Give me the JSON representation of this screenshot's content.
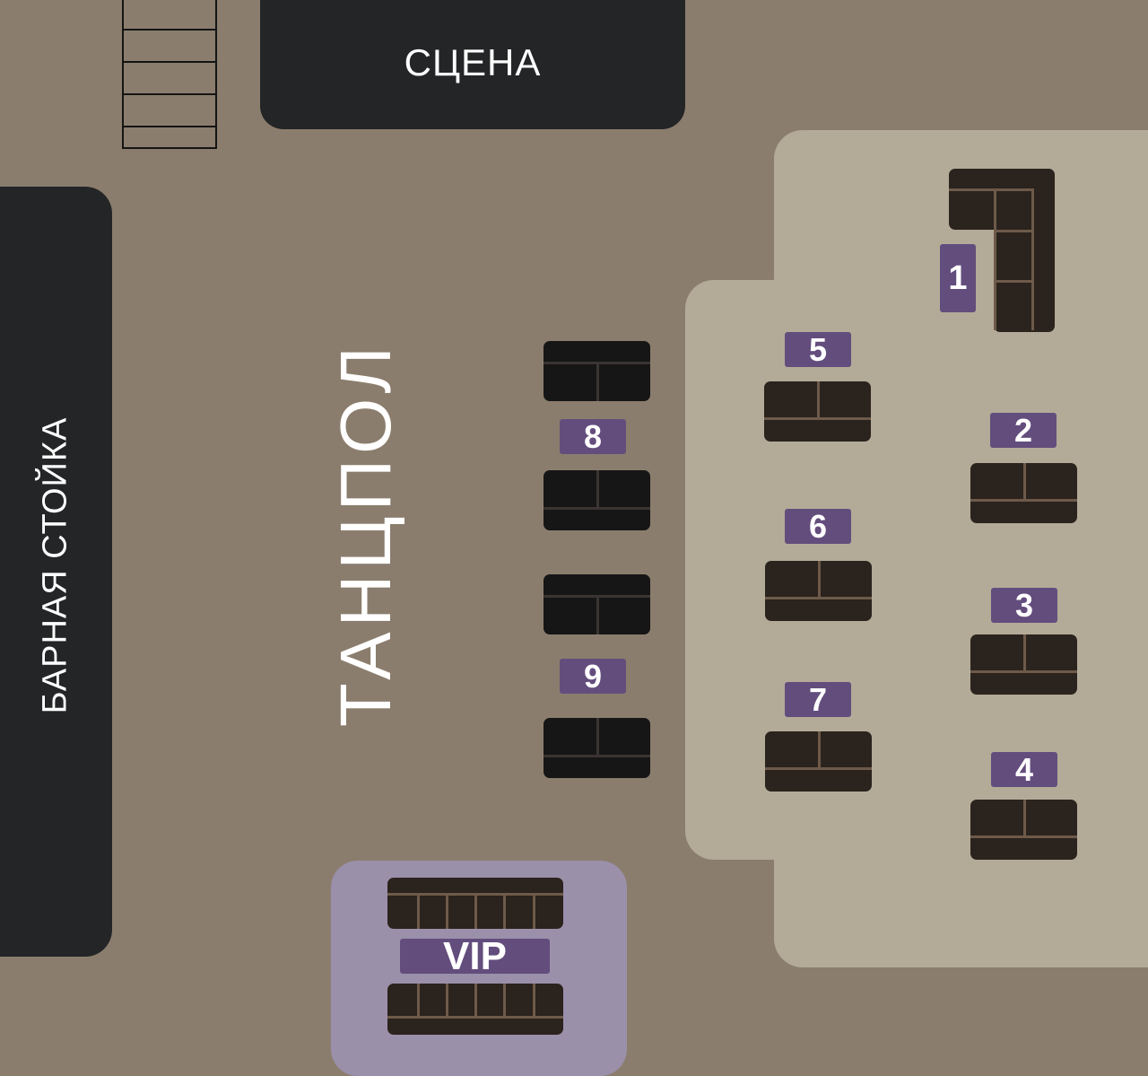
{
  "stage": {
    "label": "СЦЕНА"
  },
  "bar": {
    "label": "БАРНАЯ СТОЙКА"
  },
  "dance_floor": {
    "label": "ТАНЦПОЛ"
  },
  "tables": [
    {
      "number": "1"
    },
    {
      "number": "2"
    },
    {
      "number": "3"
    },
    {
      "number": "4"
    },
    {
      "number": "5"
    },
    {
      "number": "6"
    },
    {
      "number": "7"
    },
    {
      "number": "8"
    },
    {
      "number": "9"
    }
  ],
  "vip": {
    "label": "VIP"
  },
  "colors": {
    "floor": "#8b7d6d",
    "stage_and_bar": "#232526",
    "light_zone": "#b3ab98",
    "vip_zone": "#9a90aa",
    "table_tag": "#634d7d",
    "sofa_dark": "#161616",
    "sofa_brown": "#2b231d"
  }
}
